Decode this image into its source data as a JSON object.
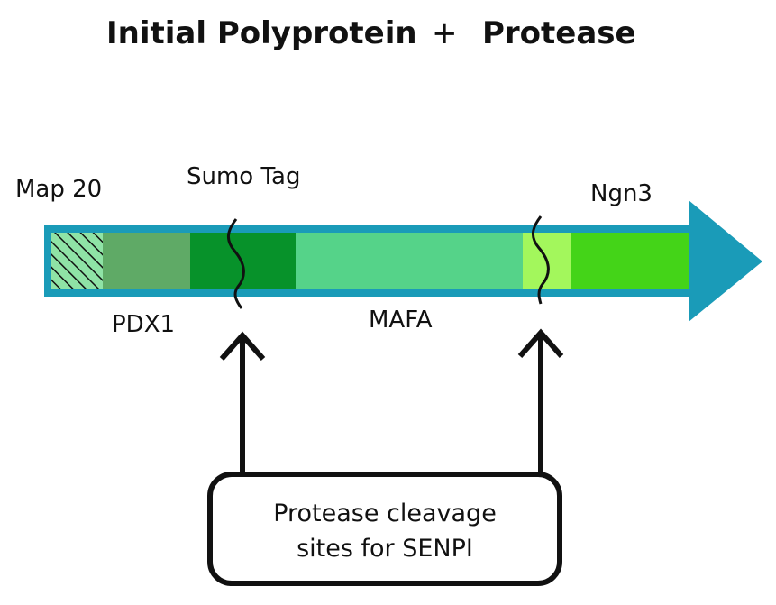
{
  "title": {
    "left": "Initial Polyprotein",
    "plus": "+",
    "right": "Protease"
  },
  "segments": {
    "map20": "Map 20",
    "sumo_tag": "Sumo Tag",
    "ngn3": "Ngn3",
    "pdx1": "PDX1",
    "mafa": "MAFA"
  },
  "callout": {
    "line1": "Protease cleavage",
    "line2": "sites for SENPI"
  },
  "colors": {
    "arrow_body": "#1a9bb8",
    "map20_hatch_bg": "#8fe3a6",
    "pdx1": "#5faa66",
    "sumo_tag": "#07922a",
    "mafa": "#55d389",
    "cleavage_site_2": "#a3f75c",
    "ngn3": "#44d418"
  }
}
